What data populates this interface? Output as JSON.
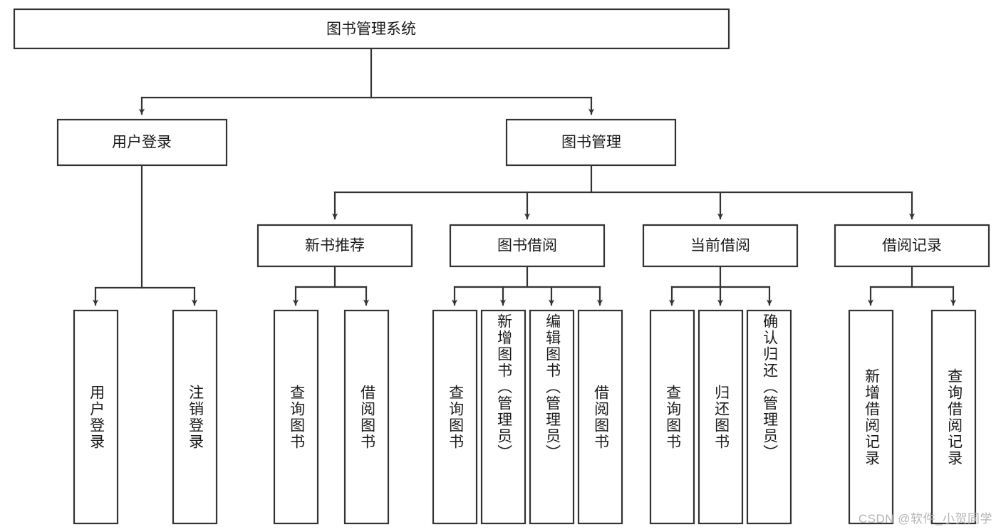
{
  "diagram": {
    "title": "图书管理系统",
    "type": "tree-hierarchy",
    "root": {
      "label": "图书管理系统"
    },
    "level2": [
      {
        "label": "用户登录"
      },
      {
        "label": "图书管理"
      }
    ],
    "level3": [
      {
        "label": "新书推荐"
      },
      {
        "label": "图书借阅"
      },
      {
        "label": "当前借阅"
      },
      {
        "label": "借阅记录"
      }
    ],
    "leaves": {
      "user_login": [
        {
          "label": "用户登录"
        },
        {
          "label": "注销登录"
        }
      ],
      "new_book_recommend": [
        {
          "label": "查询图书"
        },
        {
          "label": "借阅图书"
        }
      ],
      "book_borrow": [
        {
          "label": "查询图书"
        },
        {
          "label": "新增图书（管理员）"
        },
        {
          "label": "编辑图书（管理员）"
        },
        {
          "label": "借阅图书"
        }
      ],
      "current_borrow": [
        {
          "label": "查询图书"
        },
        {
          "label": "归还图书"
        },
        {
          "label": "确认归还（管理员）"
        }
      ],
      "borrow_record": [
        {
          "label": "新增借阅记录"
        },
        {
          "label": "查询借阅记录"
        }
      ]
    }
  },
  "watermark": {
    "text": "CSDN @软件_小贺同学"
  },
  "colors": {
    "stroke": "#333333",
    "box_fill": "#ffffff",
    "text": "#1a1a1a",
    "watermark": "#b4b4b4",
    "background": "#ffffff"
  }
}
